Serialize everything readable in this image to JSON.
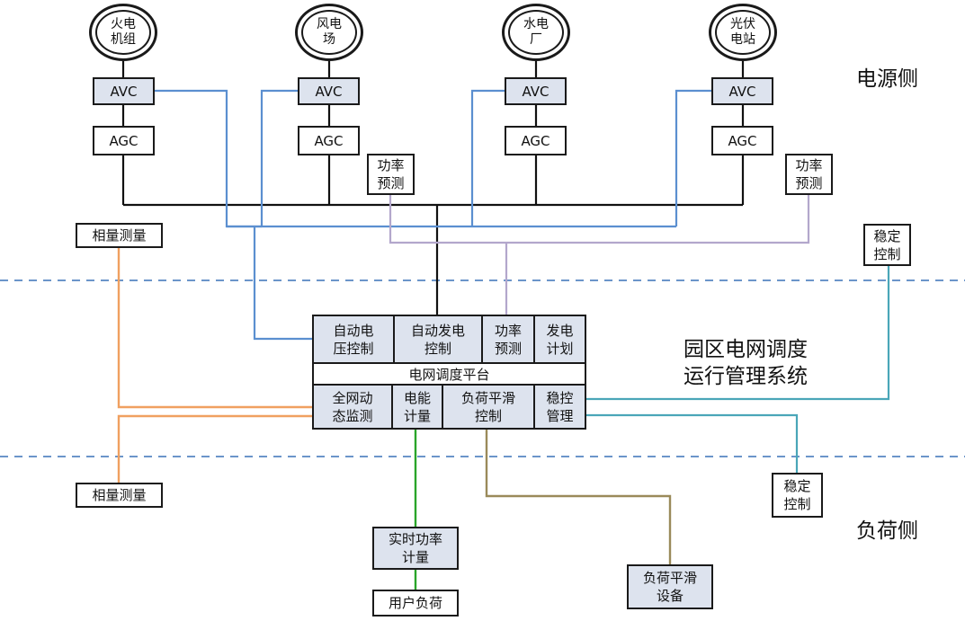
{
  "generators": [
    {
      "label": "火电\n机组"
    },
    {
      "label": "风电\n场"
    },
    {
      "label": "水电\n厂"
    },
    {
      "label": "光伏\n电站"
    }
  ],
  "avc_label": "AVC",
  "agc_label": "AGC",
  "power_forecast": "功率\n预测",
  "phasor_measurement": "相量测量",
  "stability_control": "稳定\n控制",
  "platform": {
    "top_cells": [
      "自动电\n压控制",
      "自动发电\n控制",
      "功率\n预测",
      "发电\n计划"
    ],
    "title": "电网调度平台",
    "bottom_cells": [
      "全网动\n态监测",
      "电能\n计量",
      "负荷平滑\n控制",
      "稳控\n管理"
    ]
  },
  "realtime_power_metering": "实时功率\n计量",
  "user_load": "用户负荷",
  "load_smoothing_device": "负荷平滑\n设备",
  "labels": {
    "source_side": "电源侧",
    "load_side": "负荷侧",
    "system_name": "园区电网调度\n运行管理系统"
  },
  "colors": {
    "avc_line": "#5b8fd0",
    "forecast_line": "#b3a7cc",
    "phasor_line": "#f0a060",
    "stability_line": "#4aa6b8",
    "metering_line": "#2aa52a",
    "smoothing_line": "#9a8a5a",
    "boundary_dash": "#3a72b8",
    "box_fill": "#dde3ee"
  }
}
